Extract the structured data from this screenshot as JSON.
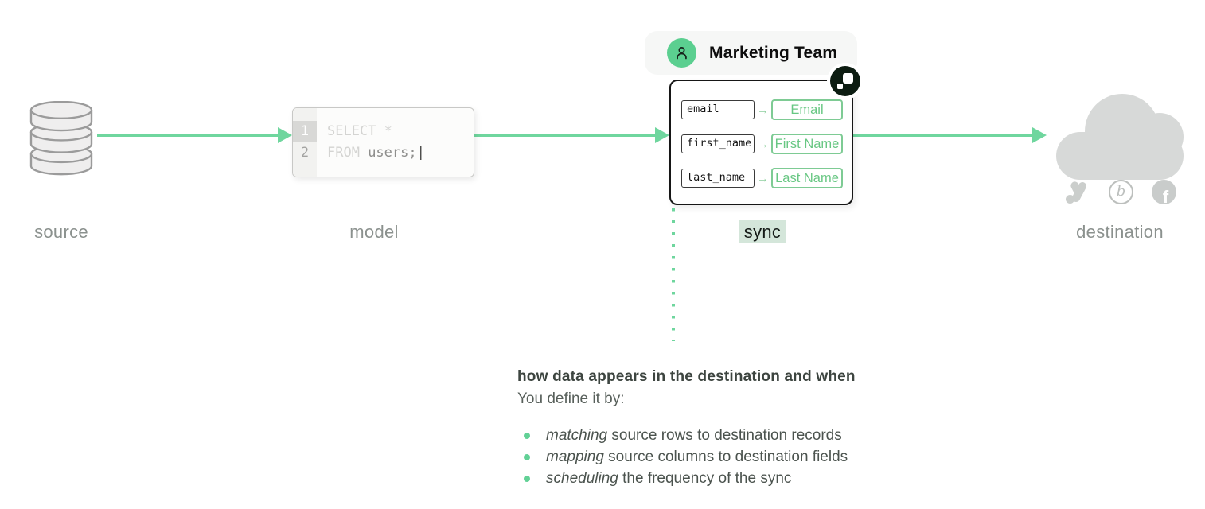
{
  "stages": {
    "source_label": "source",
    "model_label": "model",
    "sync_label": "sync",
    "destination_label": "destination"
  },
  "model_code": {
    "lines": [
      {
        "number": "1",
        "keyword": "SELECT",
        "rest": " *"
      },
      {
        "number": "2",
        "keyword": "FROM",
        "rest": " users;"
      }
    ],
    "cursor": "|"
  },
  "sync_card": {
    "team_label": "Marketing Team",
    "mappings": [
      {
        "source_field": "email",
        "arrow": "→",
        "destination_field": "Email"
      },
      {
        "source_field": "first_name",
        "arrow": "→",
        "destination_field": "First Name"
      },
      {
        "source_field": "last_name",
        "arrow": "→",
        "destination_field": "Last Name"
      }
    ]
  },
  "destination": {
    "icons": [
      "google-ads",
      "braze",
      "facebook"
    ],
    "braze_glyph": "b",
    "facebook_glyph": "f"
  },
  "description": {
    "heading": "how data appears in the destination and when",
    "intro": "You define it by:",
    "bullets": [
      {
        "term": "matching",
        "rest": " source rows to destination records"
      },
      {
        "term": "mapping",
        "rest": " source columns to destination fields"
      },
      {
        "term": "scheduling",
        "rest": " the frequency of the sync"
      }
    ]
  },
  "colors": {
    "arrow_green": "#6fd69e",
    "avatar_green": "#5bcf90",
    "mapping_green": "#68c783",
    "sync_highlight": "#d4e6da",
    "label_gray": "#8b918e"
  }
}
